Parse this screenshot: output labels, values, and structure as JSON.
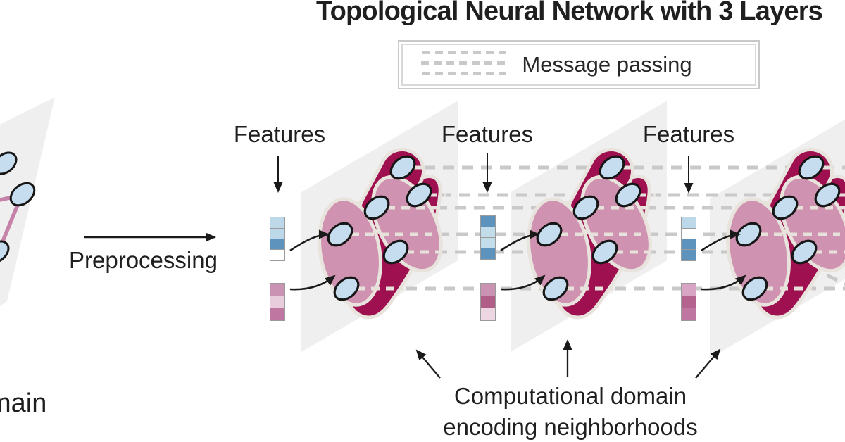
{
  "title": "Topological Neural Network with 3 Layers",
  "legend": {
    "label": "Message passing",
    "icon": "message-passing-dashed-lines"
  },
  "preprocessing": {
    "label": "Preprocessing"
  },
  "input_domain": {
    "visible_label_fragment": "main"
  },
  "caption": {
    "line1": "Computational domain",
    "line2": "encoding neighborhoods"
  },
  "layers": [
    {
      "features_label": "Features",
      "feature_vector_blue": [
        "#bcd8e9",
        "#bcd8e9",
        "#5e93bd",
        "#ffffff"
      ],
      "feature_vector_pink": [
        "#cb93b3",
        "#e8cddd",
        "#bf76a0"
      ]
    },
    {
      "features_label": "Features",
      "feature_vector_blue": [
        "#5e93bd",
        "#c3dcea",
        "#c3dcea",
        "#5e93bd"
      ],
      "feature_vector_pink": [
        "#cb93b3",
        "#b05e88",
        "#ecd6e2"
      ]
    },
    {
      "features_label": "Features",
      "feature_vector_blue": [
        "#bcd8e9",
        "#ffffff",
        "#5e93bd",
        "#5e93bd"
      ],
      "feature_vector_pink": [
        "#d8a6c4",
        "#b3638d",
        "#bf76a0"
      ]
    }
  ],
  "colors": {
    "domain_maroon": "#9e1050",
    "neighborhood_pink": "#cf92b0",
    "node_blue": "#c6ddef",
    "panel_gray": "#f0eff0",
    "dash_gray": "#c9c9c9",
    "outline_cream": "#e9e3dd",
    "graph_edge_pink": "#c583a9",
    "text": "#1f1f1f"
  }
}
